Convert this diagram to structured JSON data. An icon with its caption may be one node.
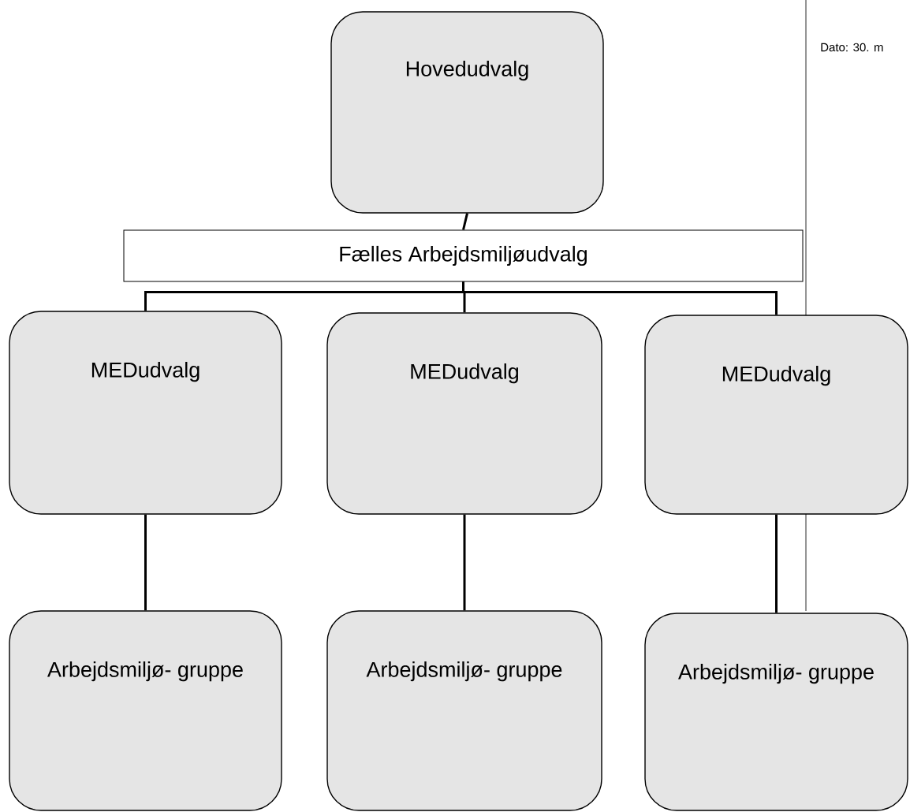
{
  "diagram": {
    "nodes": [
      {
        "text": [
          "Hovedudvalg"
        ]
      },
      {
        "text": [
          "Fælles Arbejdsmiljøudvalg"
        ]
      },
      {
        "text": [
          "MEDudvalg"
        ]
      },
      {
        "text": [
          "MEDudvalg"
        ]
      },
      {
        "text": [
          "MEDudvalg"
        ]
      },
      {
        "text": [
          "Arbejdsmiljø- gruppe"
        ]
      },
      {
        "text": [
          "Arbejdsmiljø- gruppe"
        ]
      },
      {
        "text": [
          "Arbejdsmiljø- gruppe"
        ]
      }
    ],
    "edges": [
      {
        "from": 0,
        "to": 1,
        "arrow": "none"
      },
      {
        "from": 1,
        "to": 2,
        "arrow": "none"
      },
      {
        "from": 1,
        "to": 3,
        "arrow": "none"
      },
      {
        "from": 1,
        "to": 4,
        "arrow": "none"
      },
      {
        "from": 2,
        "to": 5,
        "arrow": "none"
      },
      {
        "from": 3,
        "to": 6,
        "arrow": "none"
      },
      {
        "from": 4,
        "to": 7,
        "arrow": "none"
      }
    ],
    "labels": [
      "Dato: 30. m"
    ]
  }
}
